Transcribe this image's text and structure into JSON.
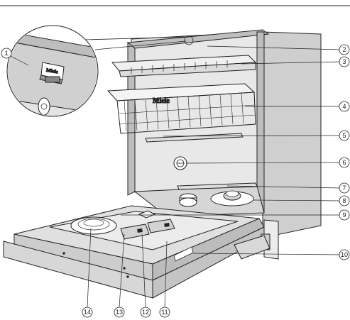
{
  "page": {
    "brand_text": "Miele",
    "brand_text_small": "Miele"
  },
  "callouts": [
    {
      "id": "c1",
      "label": "1"
    },
    {
      "id": "c2",
      "label": "2"
    },
    {
      "id": "c3",
      "label": "3"
    },
    {
      "id": "c4",
      "label": "4"
    },
    {
      "id": "c5",
      "label": "5"
    },
    {
      "id": "c6",
      "label": "6"
    },
    {
      "id": "c7",
      "label": "7"
    },
    {
      "id": "c8",
      "label": "8"
    },
    {
      "id": "c9",
      "label": "9"
    },
    {
      "id": "c10",
      "label": "10"
    },
    {
      "id": "c11",
      "label": "11"
    },
    {
      "id": "c12",
      "label": "12"
    },
    {
      "id": "c13",
      "label": "13"
    },
    {
      "id": "c14",
      "label": "14"
    }
  ],
  "colors": {
    "line": "#222222",
    "cabinet_fill": "#d9d9d9",
    "interior_fill": "#e6e6e6",
    "door_fill": "#cfcfcf",
    "background": "#ffffff"
  }
}
